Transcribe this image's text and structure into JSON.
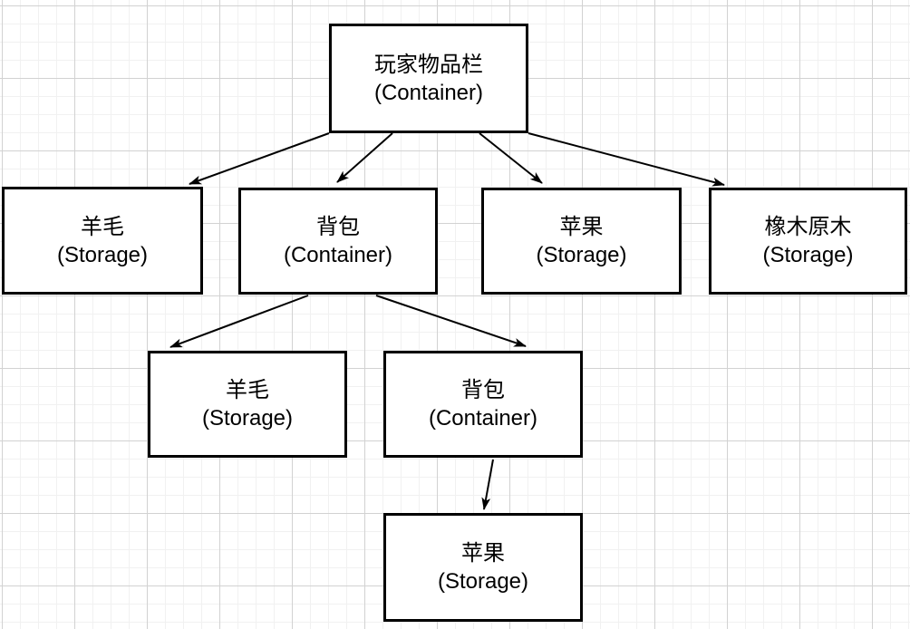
{
  "canvas": {
    "background_color": "#ffffff",
    "grid_minor_color": "#f1f1f1",
    "grid_major_color": "#d2d2d2",
    "node_fill_color": "#ffffff",
    "node_stroke_color": "#000000",
    "edge_color": "#000000",
    "text_color": "#000000"
  },
  "diagram": {
    "nodes": [
      {
        "id": "player-inventory",
        "label": "玩家物品栏",
        "type": "(Container)"
      },
      {
        "id": "wool-1",
        "label": "羊毛",
        "type": "(Storage)"
      },
      {
        "id": "backpack-1",
        "label": "背包",
        "type": "(Container)"
      },
      {
        "id": "apple-1",
        "label": "苹果",
        "type": "(Storage)"
      },
      {
        "id": "oak-log",
        "label": "橡木原木",
        "type": "(Storage)"
      },
      {
        "id": "wool-2",
        "label": "羊毛",
        "type": "(Storage)"
      },
      {
        "id": "backpack-2",
        "label": "背包",
        "type": "(Container)"
      },
      {
        "id": "apple-2",
        "label": "苹果",
        "type": "(Storage)"
      }
    ],
    "edges": [
      {
        "from": "player-inventory",
        "to": "wool-1"
      },
      {
        "from": "player-inventory",
        "to": "backpack-1"
      },
      {
        "from": "player-inventory",
        "to": "apple-1"
      },
      {
        "from": "player-inventory",
        "to": "oak-log"
      },
      {
        "from": "backpack-1",
        "to": "wool-2"
      },
      {
        "from": "backpack-1",
        "to": "backpack-2"
      },
      {
        "from": "backpack-2",
        "to": "apple-2"
      }
    ]
  }
}
